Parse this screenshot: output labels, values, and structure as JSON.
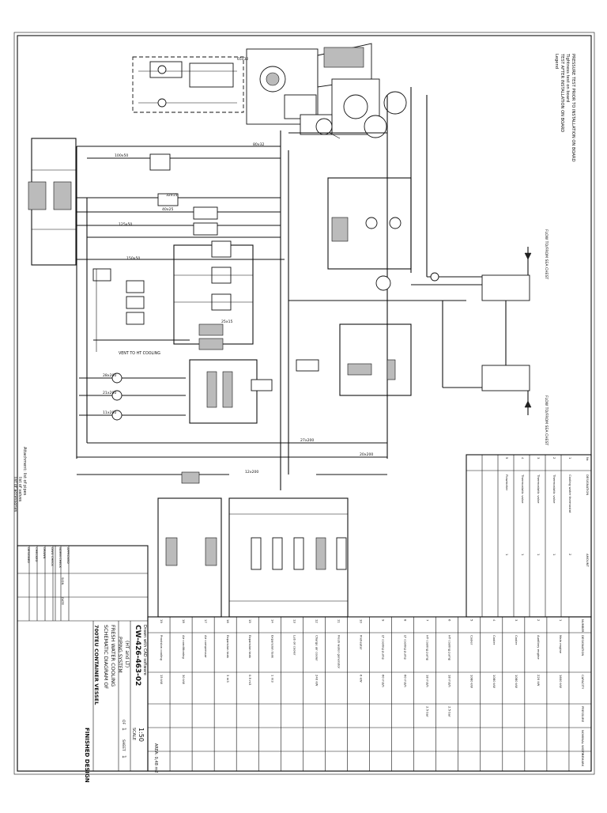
{
  "notes": {
    "pressure_test_1": "PRESSURE TEST PRIOR TO INSTALLATION ON BOARD",
    "pressure_test_2": "Tightness test on board",
    "test_after": "TEST AFTER INSTALLATION ON BOARD",
    "symbols": "Legend"
  },
  "labels": {
    "vent_ht": "VENT TO HT COOLING",
    "attachment_1": "Attachment: list of pipes",
    "attachment_2": "list of valves",
    "attachment_3": "list of accessories",
    "flow_to_sea": "FLOW TO/FROM SEA CHEST"
  },
  "pipe_labels": [
    "65x32",
    "80x32",
    "100x50",
    "125x50",
    "150x50",
    "40x25",
    "32x15",
    "25x15",
    "20x200",
    "27x200",
    "28x200",
    "21x200",
    "11x200",
    "12x200"
  ],
  "title_block": {
    "design": "FINISHED DESIGN",
    "vessel": "700TEU CONTAINER VESSEL",
    "title_1": "SCHEMATIC DIAGRAM OF",
    "title_2": "FRESH WATER COOLING",
    "title_3": "PIPING SYSTEM",
    "title_4": "(HT and LT)",
    "drawing_no": "CW-426-463-02",
    "scale_label": "SCALE",
    "scale": "1:50",
    "sheet_label": "SHEET",
    "sheet": "1",
    "sheets_label": "OF",
    "sheets": "1",
    "software": "Drawn with CAD software",
    "paper": "AREA: 0,48 m2",
    "rev_rows": [
      "DESIGNED",
      "CHECKED",
      "DRAWN",
      "DWG CHECK",
      "NORM CHECK",
      "APPROVED"
    ],
    "rev_headers": [
      "SIGN",
      "DATE"
    ]
  },
  "equipment_table": {
    "headers": [
      "NUMBER",
      "DESIGNATION",
      "CAPACITY",
      "PRESSURE",
      "NOMINAL WIDTH",
      "REMARK"
    ],
    "rows": [
      [
        "1",
        "Main engine",
        "1600 kW",
        "",
        "",
        ""
      ],
      [
        "2",
        "Auxiliary engine",
        "220 kW",
        "",
        "",
        ""
      ],
      [
        "3",
        "Cooler",
        "1080 kW",
        "",
        "",
        ""
      ],
      [
        "4",
        "Cooler",
        "1080 kW",
        "",
        "",
        ""
      ],
      [
        "5",
        "Cooler",
        "1080 kW",
        "",
        "",
        ""
      ],
      [
        "6",
        "HT cooling pump",
        "18 m3/h",
        "2.5 bar",
        "",
        ""
      ],
      [
        "7",
        "HT cooling pump",
        "18 m3/h",
        "2.5 bar",
        "",
        ""
      ],
      [
        "8",
        "LT cooling pump",
        "60 m3/h",
        "",
        "",
        ""
      ],
      [
        "9",
        "LT cooling pump",
        "60 m3/h",
        "",
        "",
        ""
      ],
      [
        "10",
        "Preheater",
        "6 kW",
        "",
        "",
        ""
      ],
      [
        "11",
        "Fresh water generator",
        "",
        "",
        "",
        ""
      ],
      [
        "12",
        "Charge air cooler",
        "240 kW",
        "",
        "",
        ""
      ],
      [
        "13",
        "Lub oil cooler",
        "",
        "",
        "",
        ""
      ],
      [
        "14",
        "Expansion tank",
        "1 m3",
        "",
        "",
        ""
      ],
      [
        "15",
        "Expansion tank",
        "0.5 m3",
        "",
        "",
        ""
      ],
      [
        "16",
        "Expansion tank",
        "3 m3",
        "",
        "",
        ""
      ],
      [
        "17",
        "Air compressor",
        "",
        "",
        "",
        ""
      ],
      [
        "18",
        "Air conditioning",
        "30 kW",
        "",
        "",
        ""
      ],
      [
        "19",
        "Provision cooling",
        "15 kW",
        "",
        "",
        ""
      ]
    ]
  },
  "side_table": {
    "headers": [
      "Nr.",
      "DESIGNATION",
      "AMOUNT"
    ],
    "rows": [
      [
        "1",
        "Cooling water thermostat",
        "2"
      ],
      [
        "2",
        "Thermostatic valve",
        "1"
      ],
      [
        "3",
        "Thermostatic valve",
        "1"
      ],
      [
        "4",
        "Thermostatic valve",
        "1"
      ],
      [
        "5",
        "Flowmeter",
        "1"
      ]
    ]
  },
  "colors": {
    "ink": "#111111",
    "paper": "#ffffff"
  }
}
